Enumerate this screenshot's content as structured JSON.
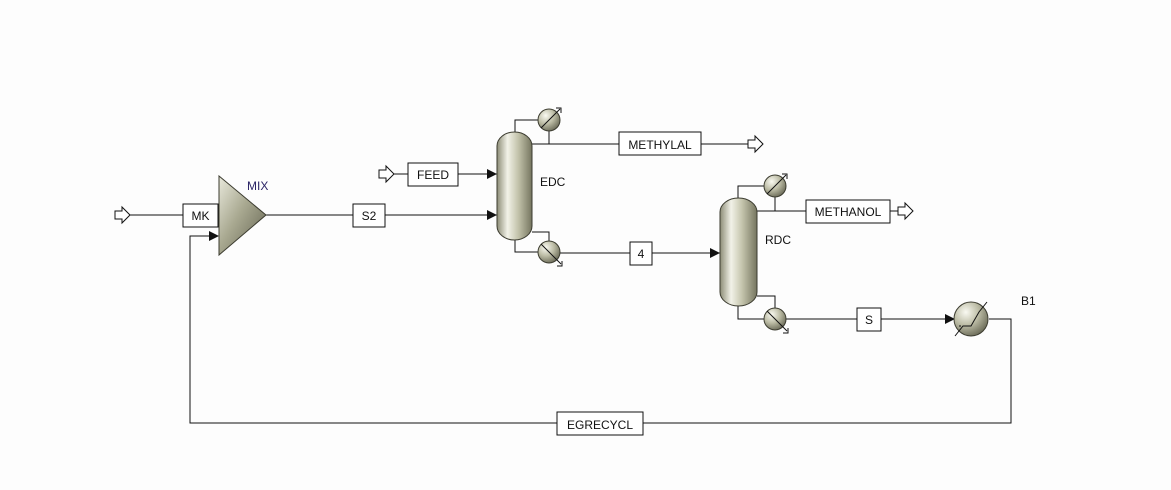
{
  "blocks": {
    "mixer": "MIX",
    "extractive_column": "EDC",
    "reactive_column": "RDC",
    "heater": "B1"
  },
  "streams": {
    "makeup": "MK",
    "mixed": "S2",
    "feed": "FEED",
    "methylal": "METHYLAL",
    "bottoms_edc": "4",
    "methanol": "METHANOL",
    "bottoms_rdc": "S",
    "recycle": "EGRECYCL"
  },
  "colors": {
    "line": "#111111",
    "equipment_fill": "#b9b9a1",
    "equipment_highlight": "#f0f0e4",
    "equipment_shadow": "#6d6d5a",
    "background": "#fdfdfd"
  }
}
